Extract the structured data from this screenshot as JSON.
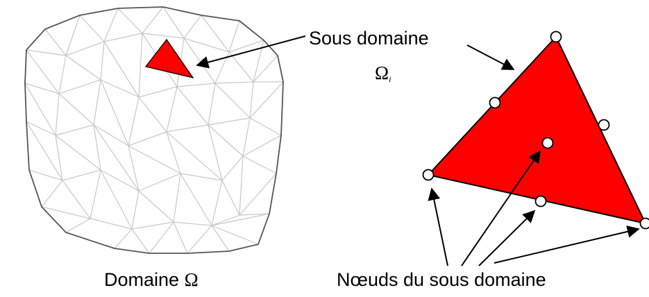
{
  "labels": {
    "subdomain": "Sous domaine",
    "subdomain_symbol": "Ω",
    "subdomain_index": "i",
    "domain_text": "Domaine",
    "domain_symbol": "Ω",
    "nodes": "Nœuds du sous domaine"
  },
  "colors": {
    "element_fill": "#ff0000",
    "mesh_line": "#c8c8c8",
    "outline": "#555555",
    "arrow": "#000000",
    "node_fill": "#ffffff"
  }
}
